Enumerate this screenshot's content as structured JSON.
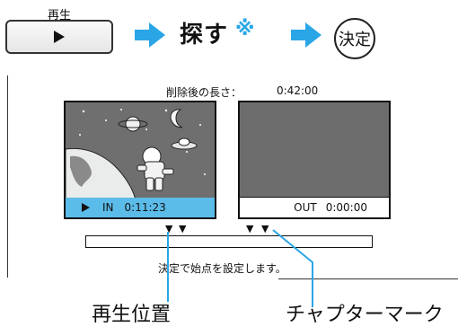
{
  "top_row": {
    "play_caption": "再生",
    "search_label": "探す",
    "note_mark": "※",
    "decide_label": "決定"
  },
  "screen": {
    "length_label": "削除後の長さ：",
    "length_value": "0:42:00",
    "in_label": "IN",
    "in_time": "0:11:23",
    "out_label": "OUT",
    "out_time": "0:00:00",
    "status_text": "決定で始点を設定します。"
  },
  "callouts": {
    "left": "再生位置",
    "right": "チャプターマーク"
  },
  "colors": {
    "accent_blue": "#2aa6e6",
    "bar_blue": "#5bbbe9",
    "preview_gray": "#6f6f6f"
  },
  "icons": {
    "play": "play-icon",
    "arrow": "right-arrow-icon",
    "marker": "triangle-marker-icon"
  }
}
